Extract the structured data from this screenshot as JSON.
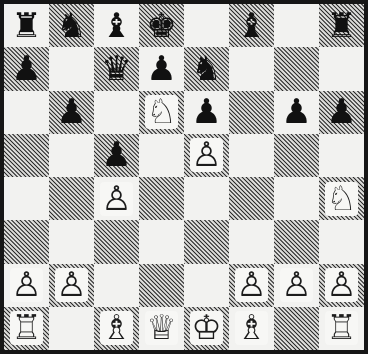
{
  "board": {
    "rows": [
      [
        {
          "p": "♜"
        },
        {
          "p": "♞"
        },
        {
          "p": "♝"
        },
        {
          "p": "♚"
        },
        {
          "p": ""
        },
        {
          "p": "♝"
        },
        {
          "p": ""
        },
        {
          "p": "♜"
        }
      ],
      [
        {
          "p": "♟"
        },
        {
          "p": ""
        },
        {
          "p": "♛"
        },
        {
          "p": "♟"
        },
        {
          "p": "♞"
        },
        {
          "p": ""
        },
        {
          "p": ""
        },
        {
          "p": ""
        }
      ],
      [
        {
          "p": ""
        },
        {
          "p": "♟"
        },
        {
          "p": ""
        },
        {
          "p": "♘"
        },
        {
          "p": "♟"
        },
        {
          "p": ""
        },
        {
          "p": "♟"
        },
        {
          "p": "♟"
        }
      ],
      [
        {
          "p": ""
        },
        {
          "p": ""
        },
        {
          "p": "♟"
        },
        {
          "p": ""
        },
        {
          "p": "♙"
        },
        {
          "p": ""
        },
        {
          "p": ""
        },
        {
          "p": ""
        }
      ],
      [
        {
          "p": ""
        },
        {
          "p": ""
        },
        {
          "p": "♙"
        },
        {
          "p": ""
        },
        {
          "p": ""
        },
        {
          "p": ""
        },
        {
          "p": ""
        },
        {
          "p": "♘"
        }
      ],
      [
        {
          "p": ""
        },
        {
          "p": ""
        },
        {
          "p": ""
        },
        {
          "p": ""
        },
        {
          "p": ""
        },
        {
          "p": ""
        },
        {
          "p": ""
        },
        {
          "p": ""
        }
      ],
      [
        {
          "p": "♙"
        },
        {
          "p": "♙"
        },
        {
          "p": ""
        },
        {
          "p": ""
        },
        {
          "p": ""
        },
        {
          "p": "♙"
        },
        {
          "p": "♙"
        },
        {
          "p": "♙"
        }
      ],
      [
        {
          "p": "♖"
        },
        {
          "p": ""
        },
        {
          "p": "♗"
        },
        {
          "p": "♕"
        },
        {
          "p": "♔"
        },
        {
          "p": "♗"
        },
        {
          "p": ""
        },
        {
          "p": "♖"
        }
      ]
    ]
  },
  "colors": {
    "light_square": "#f2f2f0",
    "dark_square_hatch": "#2b2b2b",
    "border": "#161616"
  },
  "piece_names": {
    "♜": "black-rook",
    "♞": "black-knight",
    "♝": "black-bishop",
    "♛": "black-queen",
    "♚": "black-king",
    "♟": "black-pawn",
    "♖": "white-rook",
    "♘": "white-knight",
    "♗": "white-bishop",
    "♕": "white-queen",
    "♔": "white-king",
    "♙": "white-pawn"
  }
}
